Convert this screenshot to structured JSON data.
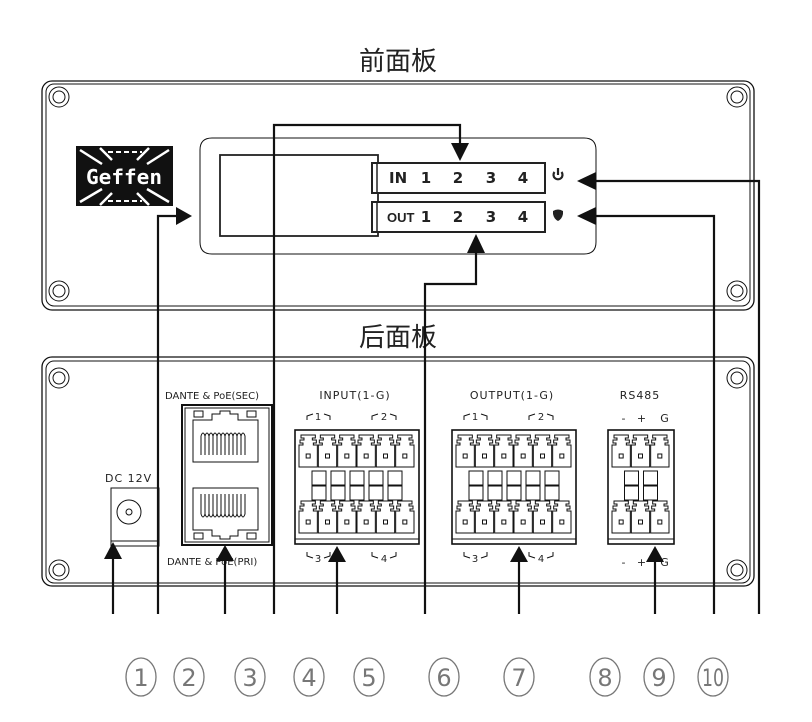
{
  "front_panel": {
    "title": "前面板",
    "logo": "Geffen",
    "display": {
      "in_label": "IN",
      "out_label": "OUT",
      "channels": [
        "1",
        "2",
        "3",
        "4"
      ]
    },
    "indicators": [
      {
        "name": "power-indicator",
        "icon": "power-icon"
      },
      {
        "name": "status-indicator",
        "icon": "shield-icon"
      }
    ]
  },
  "rear_panel": {
    "title": "后面板",
    "dc": {
      "label": "DC 12V"
    },
    "dante_sec": {
      "label": "DANTE & PoE(SEC)"
    },
    "dante_pri": {
      "label": "DANTE & PoE(PRI)"
    },
    "input": {
      "label": "INPUT(1-G)",
      "top_groups": [
        "1",
        "2"
      ],
      "bottom_groups": [
        "3",
        "4"
      ]
    },
    "output": {
      "label": "OUTPUT(1-G)",
      "top_groups": [
        "1",
        "2"
      ],
      "bottom_groups": [
        "3",
        "4"
      ]
    },
    "rs485": {
      "label": "RS485",
      "pins": [
        "-",
        "+",
        "G"
      ]
    }
  },
  "callouts": [
    "1",
    "2",
    "3",
    "4",
    "5",
    "6",
    "7",
    "8",
    "9",
    "10"
  ]
}
